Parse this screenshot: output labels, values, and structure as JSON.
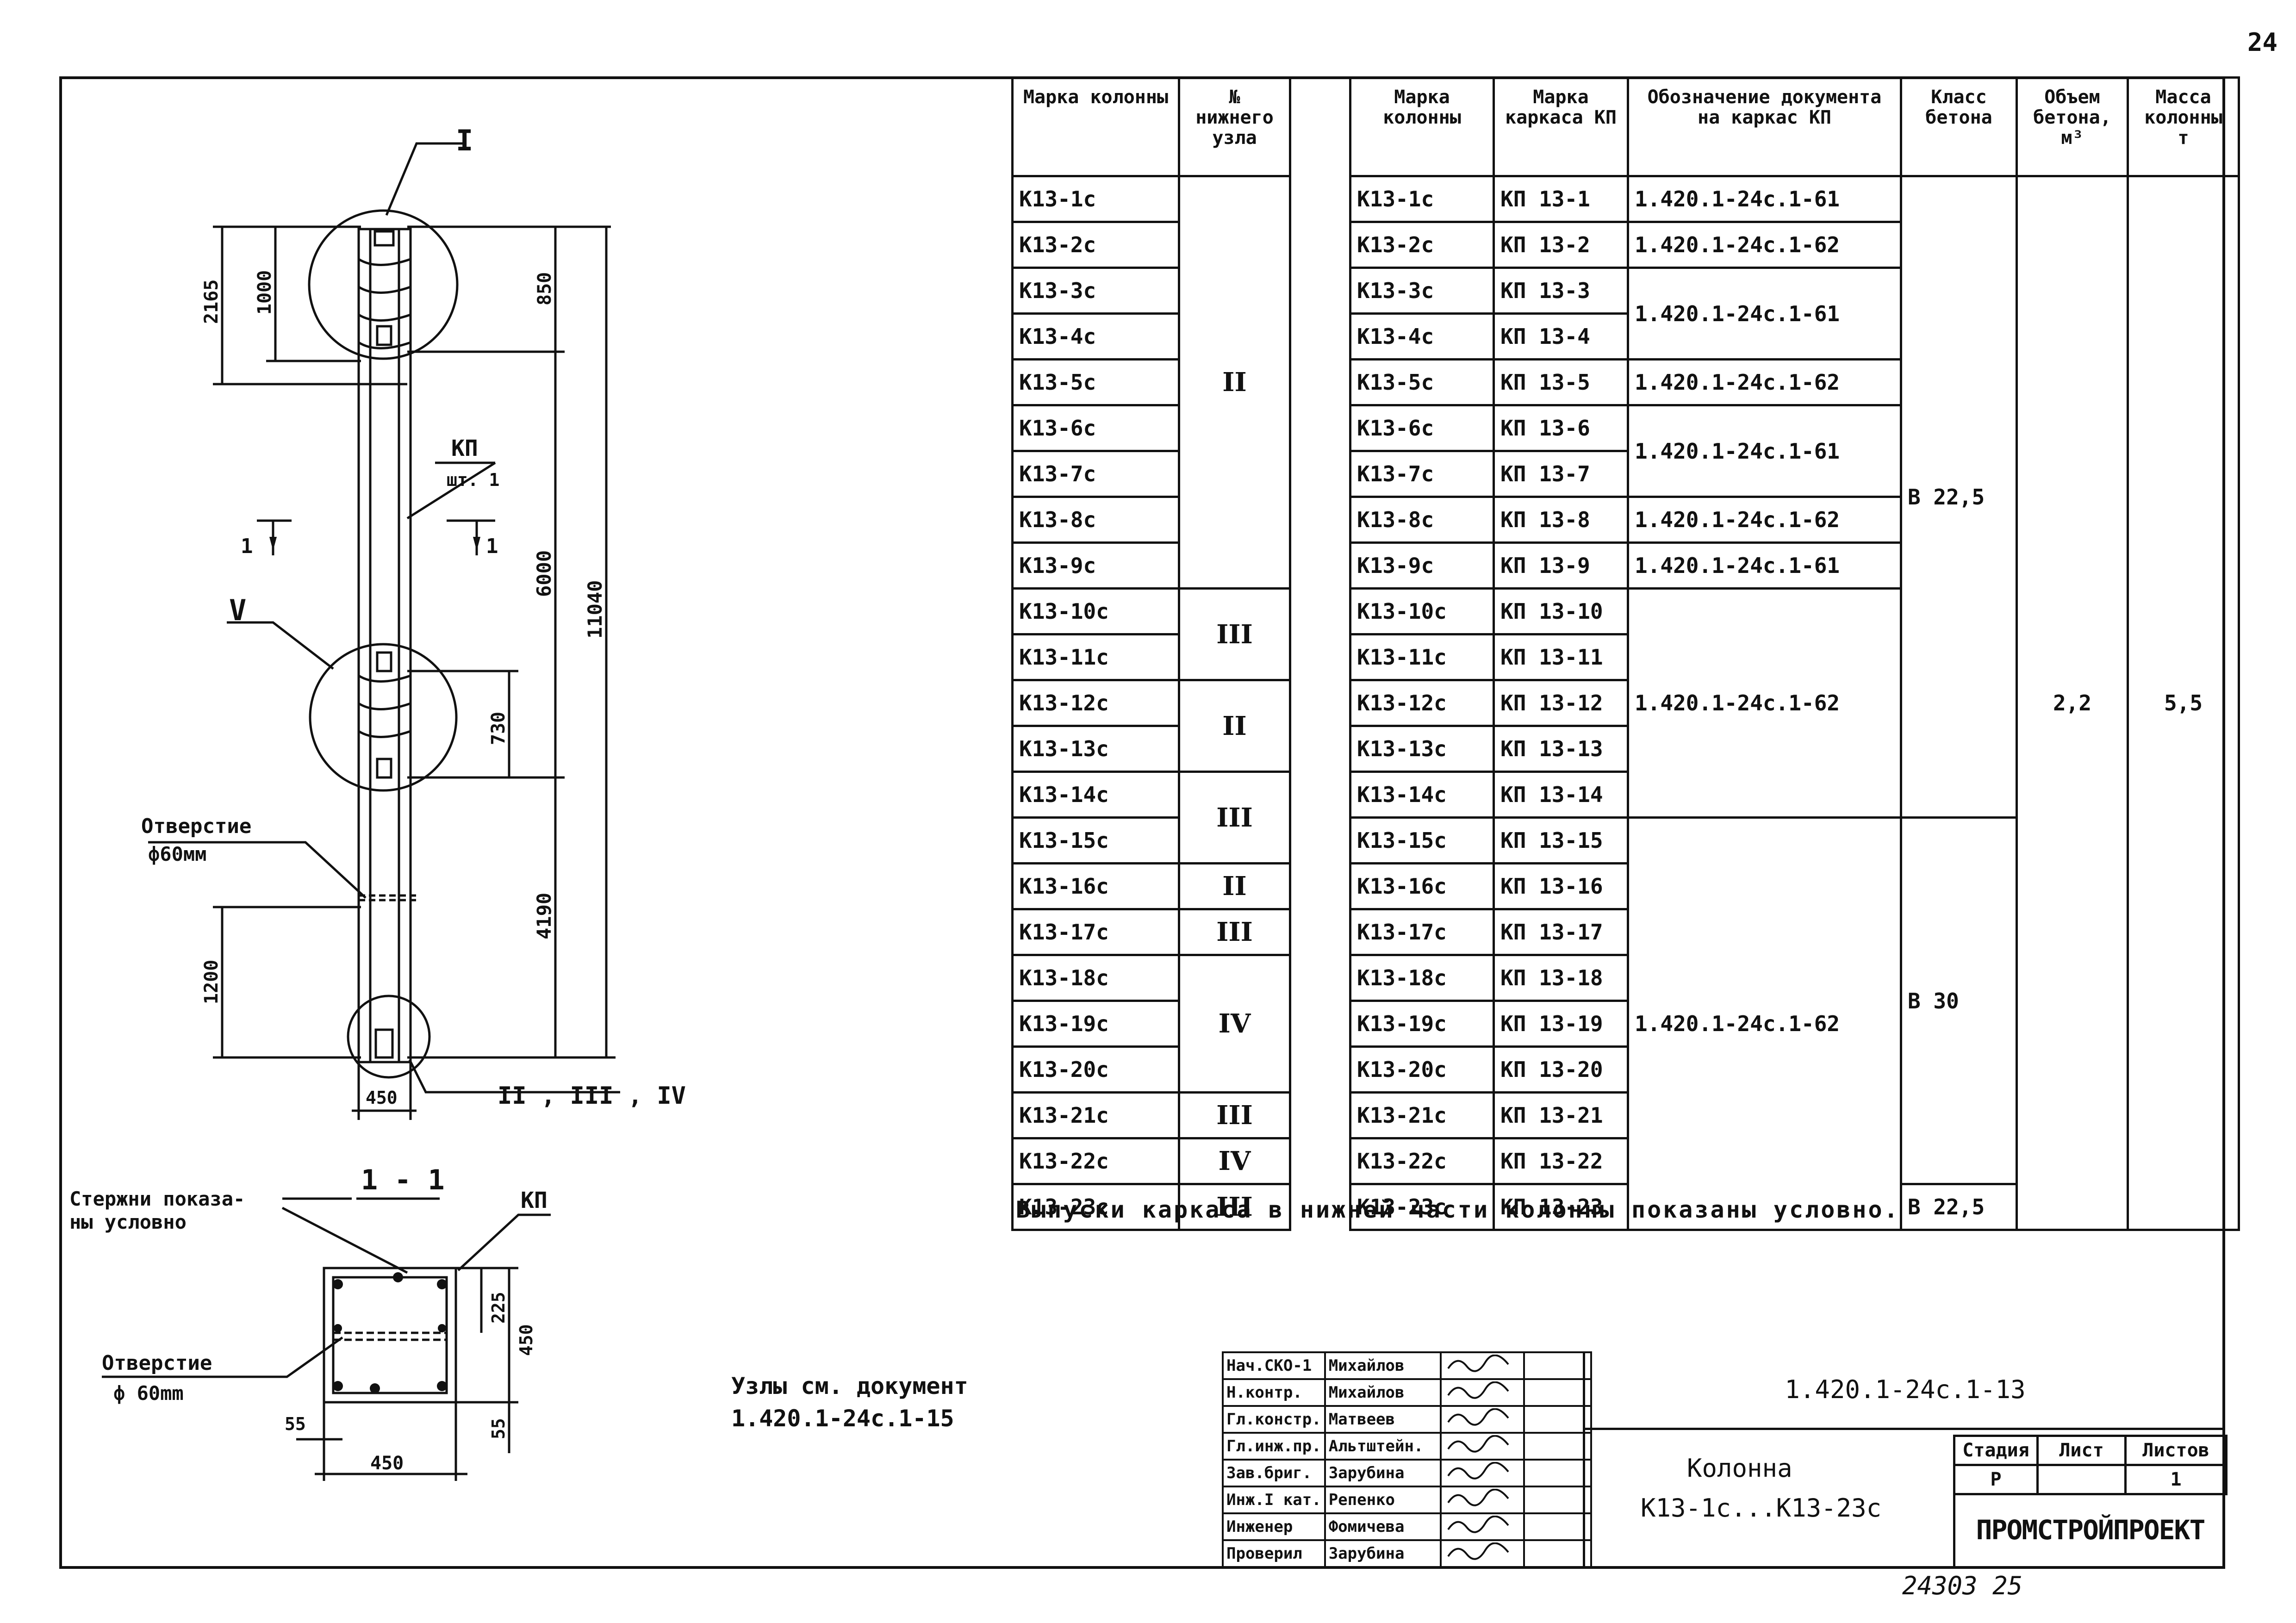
{
  "page_number": "24",
  "column_drawing": {
    "view_marker_top": "I",
    "view_marker_mid": "V",
    "view_marker_bottom": "II , III , IV",
    "dim_2165": "2165",
    "dim_1000": "1000",
    "dim_850": "850",
    "dim_6000": "6000",
    "dim_11040": "11040",
    "dim_730": "730",
    "dim_4190": "4190",
    "dim_1200": "1200",
    "dim_450_bottom": "450",
    "kp_label": "КП",
    "kp_qty": "шт. 1",
    "section_mark_left": "1",
    "section_mark_right": "1",
    "hole_label_line1": "Отверстие",
    "hole_label_line2": "ф60мм"
  },
  "section": {
    "title": "1 - 1",
    "rods_line1": "Стержни показа-",
    "rods_line2": "ны условно",
    "kp_label": "КП",
    "hole_line1": "Отверстие",
    "hole_line2": "ф 60mm",
    "dim_225": "225",
    "dim_450_right": "450",
    "dim_55_left": "55",
    "dim_55_right": "55",
    "dim_450_bottom": "450"
  },
  "nodes_note": {
    "line1": "Узлы см. документ",
    "line2": "1.420.1-24с.1-15"
  },
  "spec_table": {
    "headers": {
      "mark_left": "Марка колонны",
      "node_no": "№ нижнего узла",
      "mark_right": "Марка колонны",
      "frame_mark": "Марка каркаса КП",
      "doc": "Обозначение документа на каркас КП",
      "concrete_class": "Класс бетона",
      "volume": "Объем бетона, м³",
      "mass": "Масса колонны т"
    },
    "rows": [
      {
        "mark": "К13-1с",
        "kp": "КП 13-1",
        "doc": "1.420.1-24с.1-61"
      },
      {
        "mark": "К13-2с",
        "kp": "КП 13-2",
        "doc": "1.420.1-24с.1-62"
      },
      {
        "mark": "К13-3с",
        "kp": "КП 13-3",
        "doc": "1.420.1-24с.1-61"
      },
      {
        "mark": "К13-4с",
        "kp": "КП 13-4",
        "doc": ""
      },
      {
        "mark": "К13-5с",
        "kp": "КП 13-5",
        "doc": "1.420.1-24с.1-62"
      },
      {
        "mark": "К13-6с",
        "kp": "КП 13-6",
        "doc": "1.420.1-24с.1-61"
      },
      {
        "mark": "К13-7с",
        "kp": "КП 13-7",
        "doc": ""
      },
      {
        "mark": "К13-8с",
        "kp": "КП 13-8",
        "doc": "1.420.1-24с.1-62"
      },
      {
        "mark": "К13-9с",
        "kp": "КП 13-9",
        "doc": "1.420.1-24с.1-61"
      },
      {
        "mark": "К13-10с",
        "kp": "КП 13-10",
        "doc": ""
      },
      {
        "mark": "К13-11с",
        "kp": "КП 13-11",
        "doc": ""
      },
      {
        "mark": "К13-12с",
        "kp": "КП 13-12",
        "doc": "1.420.1-24с.1-62"
      },
      {
        "mark": "К13-13с",
        "kp": "КП 13-13",
        "doc": ""
      },
      {
        "mark": "К13-14с",
        "kp": "КП 13-14",
        "doc": ""
      },
      {
        "mark": "К13-15с",
        "kp": "КП 13-15",
        "doc": ""
      },
      {
        "mark": "К13-16с",
        "kp": "КП 13-16",
        "doc": ""
      },
      {
        "mark": "К13-17с",
        "kp": "КП 13-17",
        "doc": ""
      },
      {
        "mark": "К13-18с",
        "kp": "КП 13-18",
        "doc": ""
      },
      {
        "mark": "К13-19с",
        "kp": "КП 13-19",
        "doc": "1.420.1-24с.1-62"
      },
      {
        "mark": "К13-20с",
        "kp": "КП 13-20",
        "doc": ""
      },
      {
        "mark": "К13-21с",
        "kp": "КП 13-21",
        "doc": ""
      },
      {
        "mark": "К13-22с",
        "kp": "КП 13-22",
        "doc": ""
      },
      {
        "mark": "К13-23с",
        "kp": "КП 13-23",
        "doc": ""
      }
    ],
    "nodes": {
      "g1": "II",
      "g2": "III",
      "g3": "II",
      "g4": "III",
      "g5": "II",
      "g6": "III",
      "g7": "IV",
      "g8": "III",
      "g9": "IV",
      "g10": "III"
    },
    "concrete": {
      "c1": "В 22,5",
      "c2": "В 30",
      "c3": "В 22,5"
    },
    "volume": "2,2",
    "mass": "5,5"
  },
  "note_text": "Выпуски каркаса в нижней части колонны показаны условно.",
  "title_block": {
    "people": [
      {
        "role": "Нач.СКО-1",
        "name": "Михайлов"
      },
      {
        "role": "Н.контр.",
        "name": "Михайлов"
      },
      {
        "role": "Гл.констр.",
        "name": "Матвеев"
      },
      {
        "role": "Гл.инж.пр.",
        "name": "Альтштейн."
      },
      {
        "role": "Зав.бриг.",
        "name": "Зарубина"
      },
      {
        "role": "Инж.I кат.",
        "name": "Репенко"
      },
      {
        "role": "Инженер",
        "name": "Фомичева"
      },
      {
        "role": "Проверил",
        "name": "Зарубина"
      }
    ],
    "doc_code": "1.420.1-24с.1-13",
    "name_line1": "Колонна",
    "name_line2": "К13-1с...К13-23с",
    "stage_hdr": "Стадия",
    "sheet_hdr": "Лист",
    "sheets_hdr": "Листов",
    "stage": "Р",
    "sheet": "",
    "sheets": "1",
    "org": "ПРОМСТРОЙПРОЕКТ"
  },
  "bottom_number": "24303  25"
}
